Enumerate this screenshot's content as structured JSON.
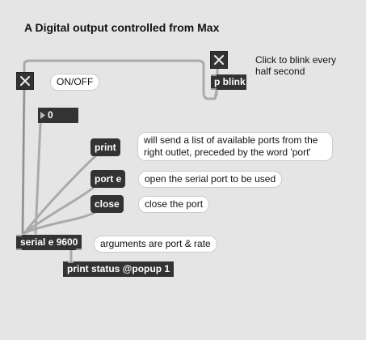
{
  "title": "A Digital output controlled from Max",
  "objects": {
    "pblink": "p blink",
    "serial": "serial e 9600",
    "print_status": "print status @popup 1"
  },
  "messages": {
    "print": "print",
    "port": "port e",
    "close": "close"
  },
  "number_box": {
    "value": "0"
  },
  "comments": {
    "onoff": "ON/OFF",
    "blink_1": "Click to blink every",
    "blink_2": "half second",
    "print_1": "will send a list of available ports from the",
    "print_2": "right outlet, preceded by the word 'port'",
    "port": "open the serial port to be used",
    "close": "close the port",
    "serial": "arguments are port & rate"
  },
  "icons": {
    "toggle_main": "x-toggle-icon",
    "toggle_blink": "x-toggle-icon"
  }
}
